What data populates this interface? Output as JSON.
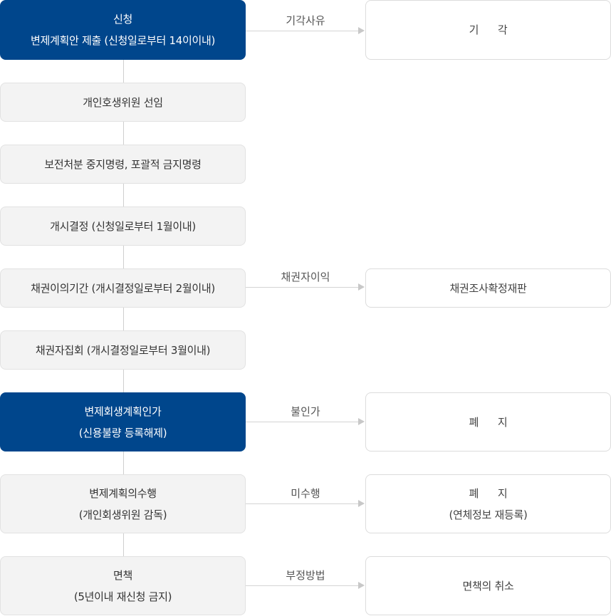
{
  "steps": [
    {
      "lines": [
        "신청",
        "변제계획안 제출 (신청일로부터 14이이내)"
      ]
    },
    {
      "lines": [
        "개인호생위원 선임"
      ]
    },
    {
      "lines": [
        "보전처분 중지명령, 포괄적 금지명령"
      ]
    },
    {
      "lines": [
        "개시결정 (신청일로부터 1월이내)"
      ]
    },
    {
      "lines": [
        "채권이의기간 (개시결정일로부터 2월이내)"
      ]
    },
    {
      "lines": [
        "채권자집회 (개시결정일로부터 3월이내)"
      ]
    },
    {
      "lines": [
        "변제회생계획인가",
        "(신용불량 등록해제)"
      ]
    },
    {
      "lines": [
        "변제계획의수행",
        "(개인회생위원 감독)"
      ]
    },
    {
      "lines": [
        "면책",
        "(5년이내 재신청 금지)"
      ]
    }
  ],
  "branches": [
    {
      "label": "기각사유",
      "outcome": [
        "기      각"
      ]
    },
    {
      "label": "채권자이익",
      "outcome": [
        "채권조사확정재판"
      ]
    },
    {
      "label": "불인가",
      "outcome": [
        "폐      지"
      ]
    },
    {
      "label": "미수행",
      "outcome": [
        "폐      지",
        "(연체정보 재등록)"
      ]
    },
    {
      "label": "부정방법",
      "outcome": [
        "면책의 취소"
      ]
    }
  ],
  "colors": {
    "primary": "#00468c",
    "step_bg": "#f3f3f3",
    "outcome_border": "#dcdcdc"
  }
}
